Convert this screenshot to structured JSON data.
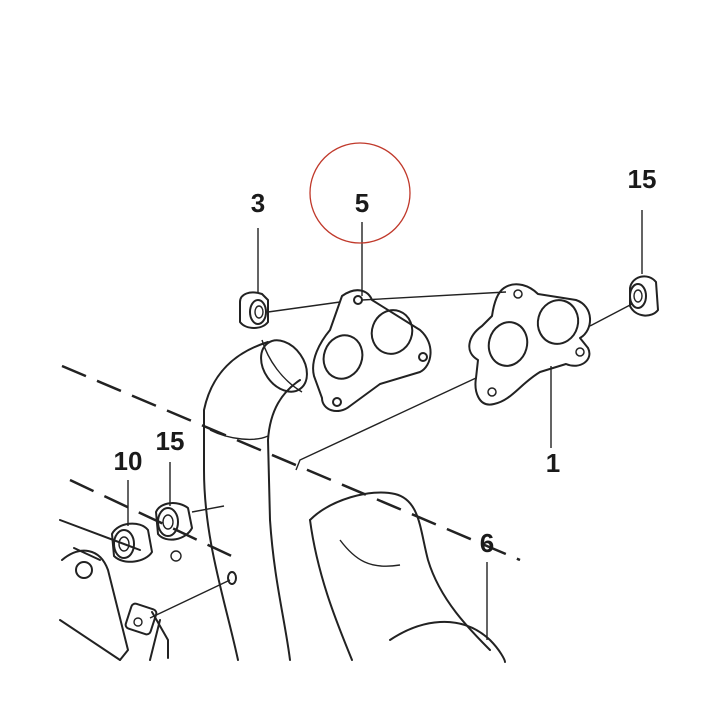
{
  "diagram": {
    "callouts": {
      "part_3": "3",
      "part_5": "5",
      "part_15_right": "15",
      "part_15_left": "15",
      "part_10": "10",
      "part_1": "1",
      "part_6": "6"
    },
    "highlight_color": "#c0392b",
    "gasket_fill": "#8a8a8a"
  }
}
